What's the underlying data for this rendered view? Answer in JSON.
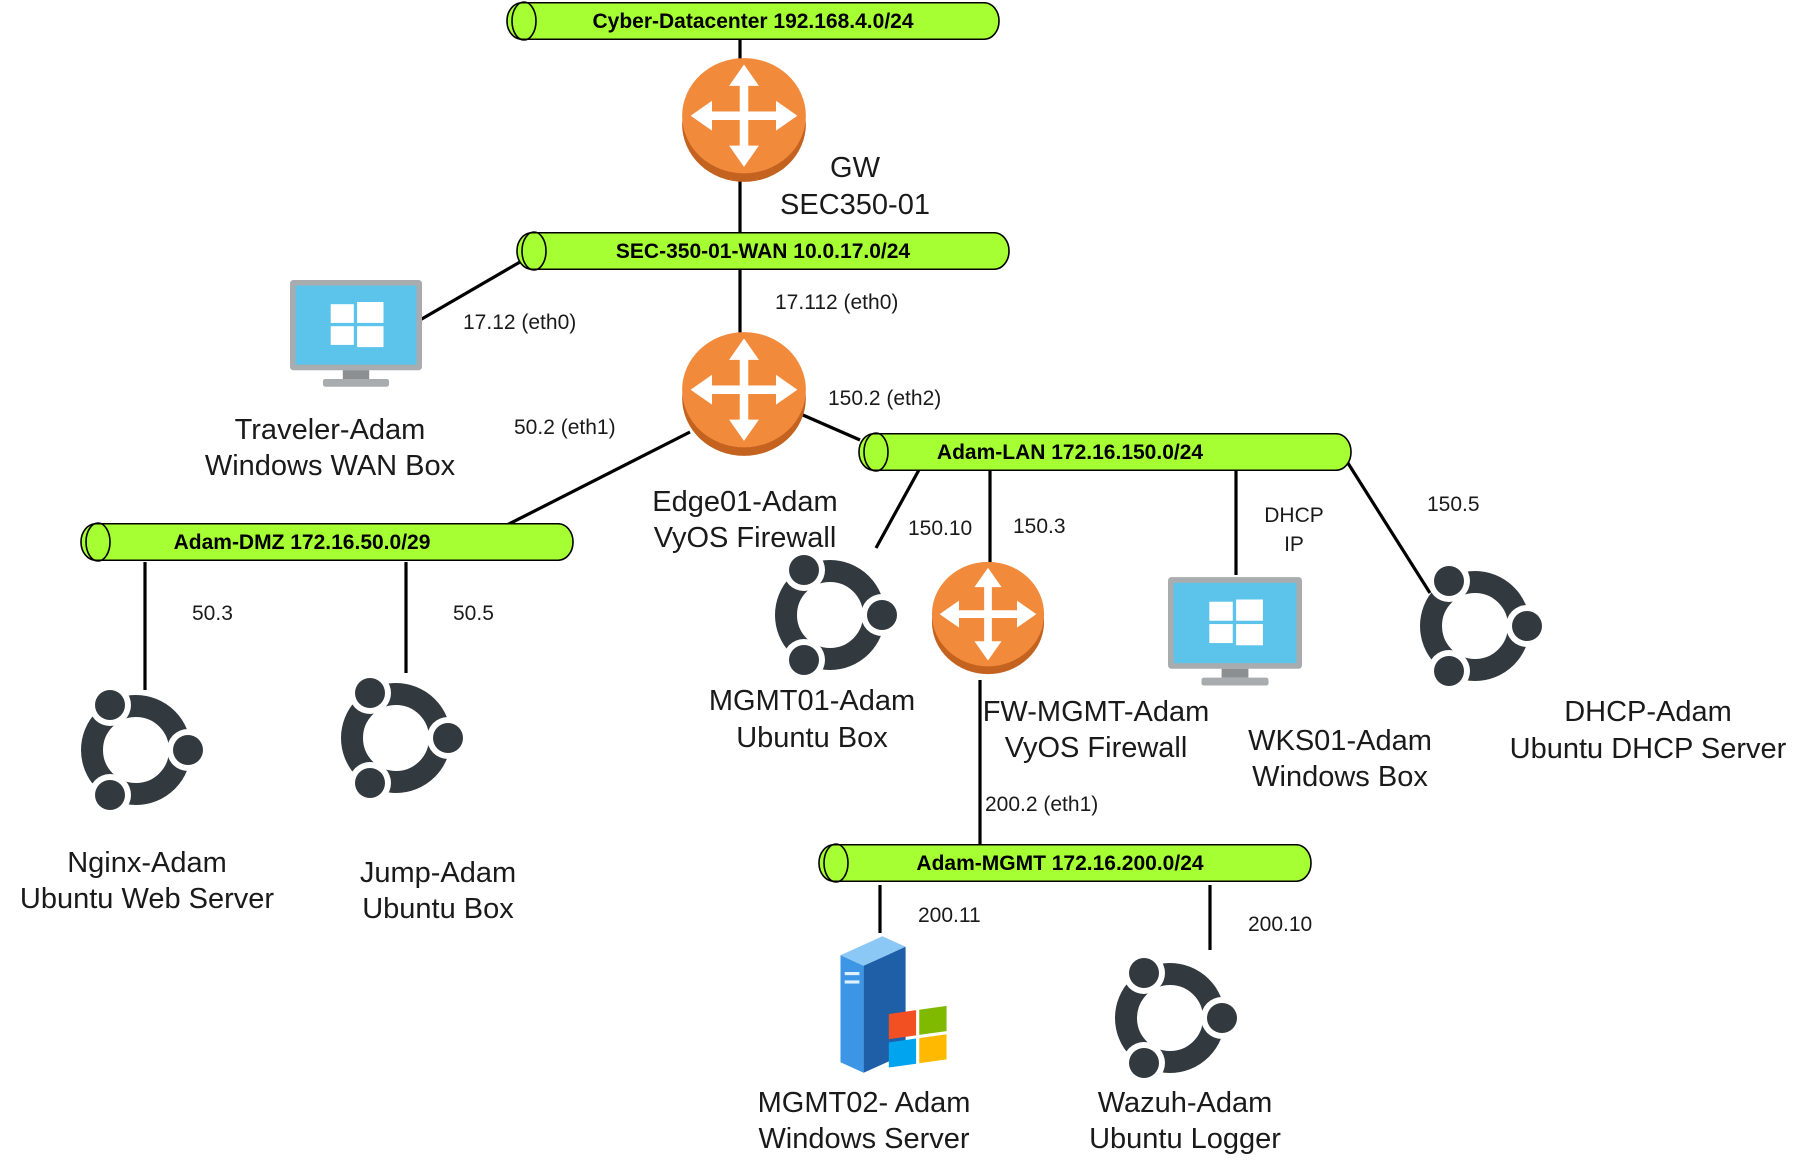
{
  "networks": {
    "datacenter": "Cyber-Datacenter 192.168.4.0/24",
    "wan": "SEC-350-01-WAN 10.0.17.0/24",
    "lan": "Adam-LAN 172.16.150.0/24",
    "dmz": "Adam-DMZ 172.16.50.0/29",
    "mgmt": "Adam-MGMT 172.16.200.0/24"
  },
  "nodes": {
    "gw": [
      "GW",
      "SEC350-01"
    ],
    "traveler": [
      "Traveler-Adam",
      "Windows WAN Box"
    ],
    "edge": [
      "Edge01-Adam",
      "VyOS Firewall"
    ],
    "nginx": [
      "Nginx-Adam",
      "Ubuntu Web Server"
    ],
    "jump": [
      "Jump-Adam",
      "Ubuntu Box"
    ],
    "mgmt01": [
      "MGMT01-Adam",
      "Ubuntu Box"
    ],
    "fwmgmt": [
      "FW-MGMT-Adam",
      "VyOS Firewall"
    ],
    "wks01": [
      "WKS01-Adam",
      "Windows Box"
    ],
    "dhcp": [
      "DHCP-Adam",
      "Ubuntu DHCP Server"
    ],
    "mgmt02": [
      "MGMT02- Adam",
      "Windows Server"
    ],
    "wazuh": [
      "Wazuh-Adam",
      "Ubuntu Logger"
    ]
  },
  "ips": {
    "traveler_eth0": "17.12 (eth0)",
    "edge_eth0": "17.112 (eth0)",
    "edge_eth2": "150.2 (eth2)",
    "edge_eth1": "50.2 (eth1)",
    "nginx": "50.3",
    "jump": "50.5",
    "mgmt01": "150.10",
    "fwmgmt_lan": "150.3",
    "wks01": [
      "DHCP",
      "IP"
    ],
    "dhcp": "150.5",
    "fwmgmt_eth1": "200.2 (eth1)",
    "mgmt02": "200.11",
    "wazuh": "200.10"
  },
  "colors": {
    "network_fill": "#a6ff33",
    "router_fill": "#f28a3c",
    "router_dark": "#c4621f",
    "ubuntu_icon": "#333a3f",
    "monitor_frame": "#a9acae",
    "monitor_screen": "#5cc3ea",
    "server_blue": "#2a7fd6"
  },
  "icons": {
    "router": "router-icon",
    "ubuntu": "ubuntu-logo-icon",
    "windows_pc": "windows-pc-icon",
    "windows_server": "windows-server-icon"
  }
}
